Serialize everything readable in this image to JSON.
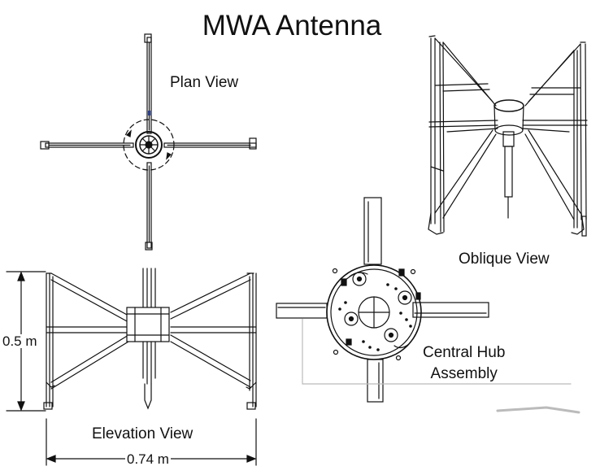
{
  "title": "MWA Antenna",
  "views": {
    "plan": "Plan View",
    "oblique": "Oblique View",
    "elevation": "Elevation View",
    "hub_line1": "Central Hub",
    "hub_line2": "Assembly"
  },
  "dimensions": {
    "height": "0.5 m",
    "width": "0.74 m"
  }
}
